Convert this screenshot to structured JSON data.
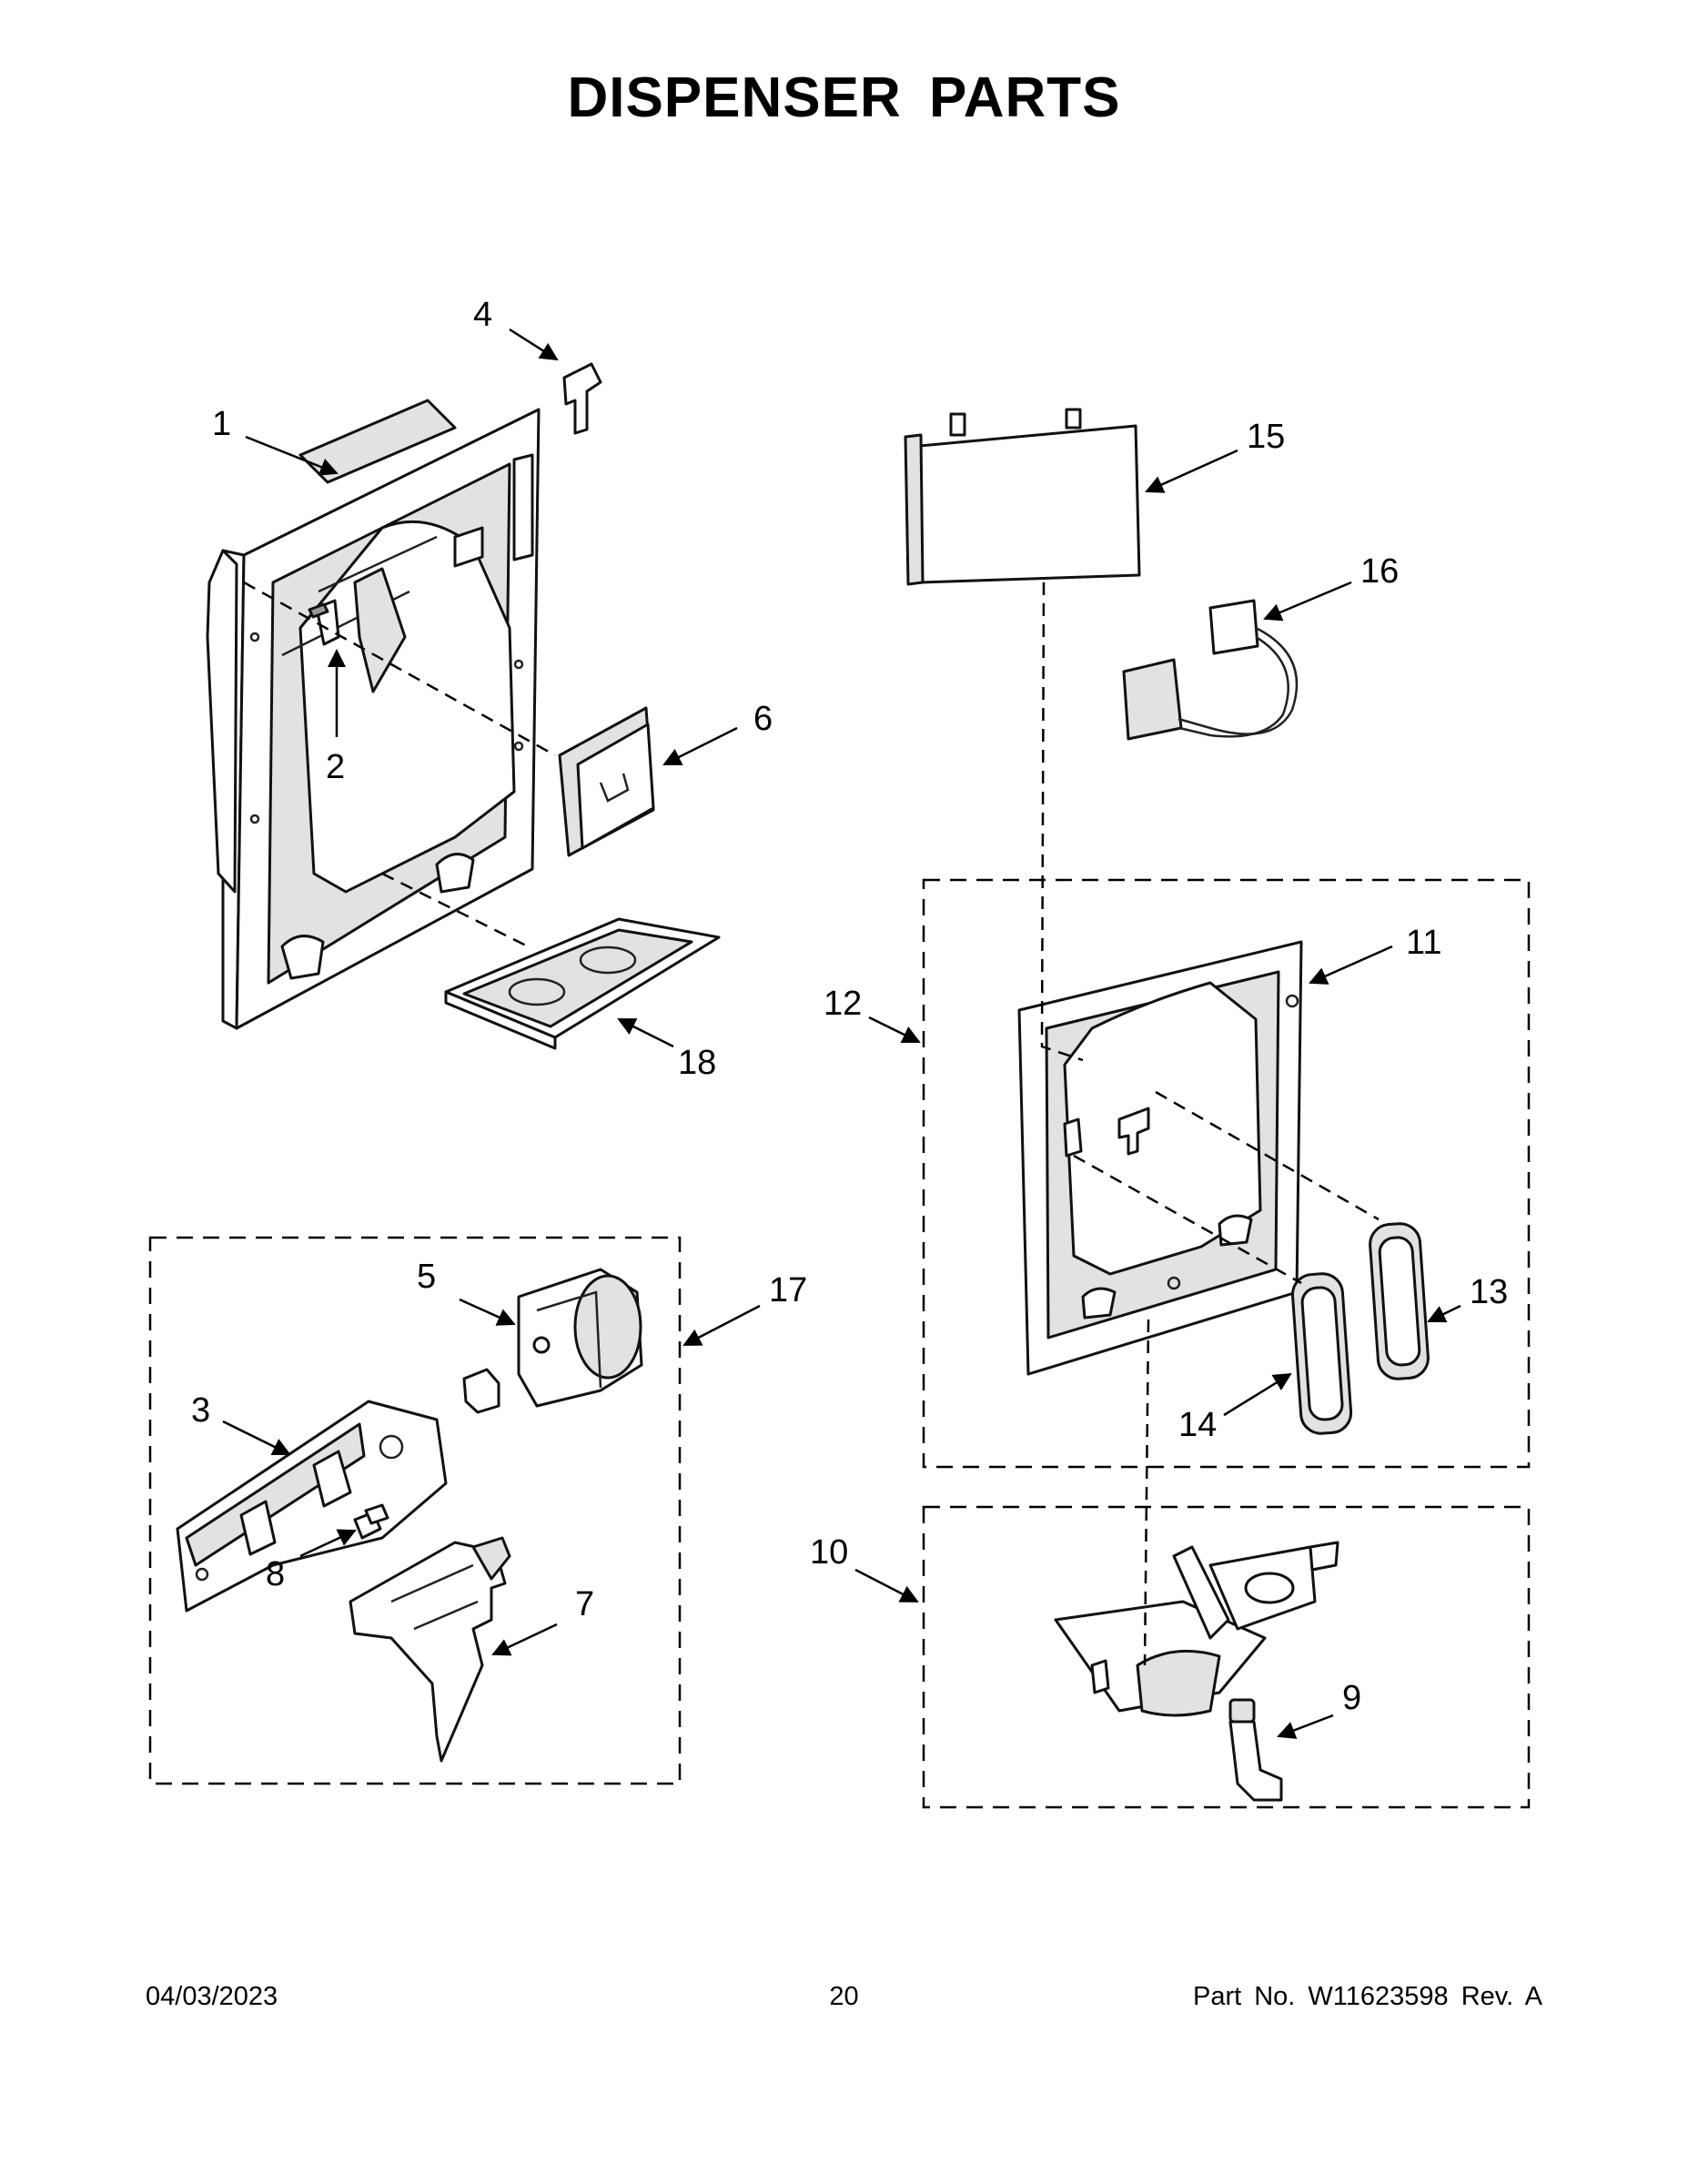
{
  "title": "DISPENSER PARTS",
  "callouts": [
    "1",
    "2",
    "3",
    "4",
    "5",
    "6",
    "7",
    "8",
    "9",
    "10",
    "11",
    "12",
    "13",
    "14",
    "15",
    "16",
    "17",
    "18"
  ],
  "footer": {
    "date": "04/03/2023",
    "page": "20",
    "part_no": "Part No.  W11623598  Rev.  A"
  }
}
